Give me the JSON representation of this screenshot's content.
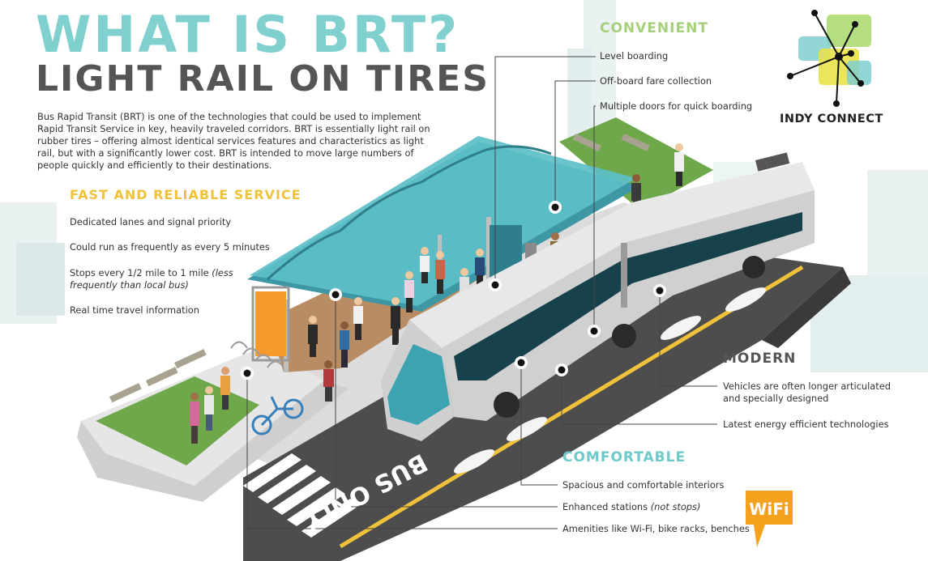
{
  "header": {
    "title": "WHAT IS BRT?",
    "subtitle": "LIGHT RAIL ON TIRES",
    "intro": "Bus Rapid Transit (BRT) is one of the technologies that could be used to implement Rapid Transit Service in key, heavily traveled corridors.  BRT is essentially light rail on rubber tires – offering almost identical services features and characteristics as light rail, but with a significantly lower cost.  BRT is intended to move large numbers of people quickly and efficiently to their destinations."
  },
  "fast": {
    "heading": "FAST AND RELIABLE SERVICE",
    "item1": "Dedicated lanes and signal priority",
    "item2": "Could run as frequently as every 5 minutes",
    "item3": "Stops every 1/2 mile to 1 mile ",
    "item3_note": "(less frequently than local bus)",
    "item4": "Real time travel information"
  },
  "convenient": {
    "heading": "CONVENIENT",
    "item1": "Level boarding",
    "item2": "Off-board fare collection",
    "item3": "Multiple doors for quick boarding"
  },
  "modern": {
    "heading": "MODERN",
    "item1": "Vehicles are often longer articulated and specially designed",
    "item2": "Latest energy efficient technologies"
  },
  "comfortable": {
    "heading": "COMFORTABLE",
    "item1": "Spacious and comfortable interiors",
    "item2": "Enhanced stations ",
    "item2_note": "(not stops)",
    "item3": "Amenities like Wi-Fi, bike racks, benches"
  },
  "logo": {
    "name": "INDY CONNECT"
  },
  "road_marking": "BUS ONLY",
  "wifi_badge": "WiFi",
  "colors": {
    "teal": "#7fd0cf",
    "yellow": "#f0c23b",
    "green": "#a6cf7a",
    "gray": "#555555",
    "orange": "#f4a21e"
  }
}
